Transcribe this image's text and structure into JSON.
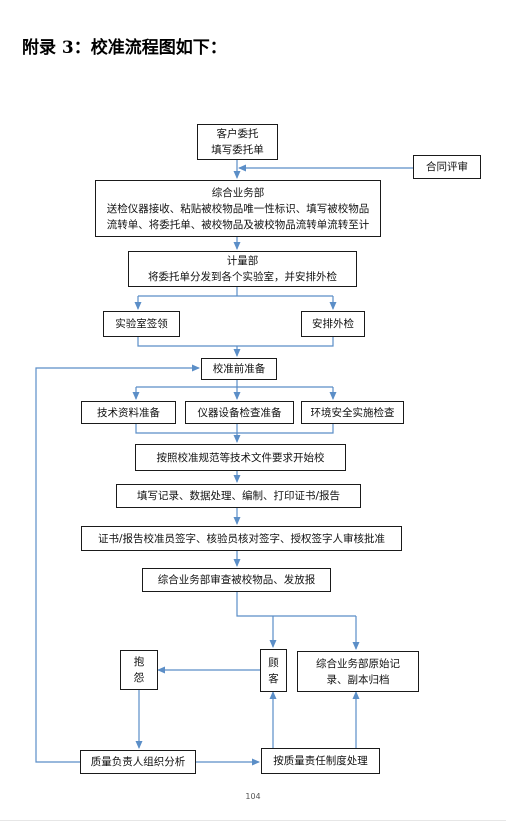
{
  "heading": "附录 3：校准流程图如下：",
  "nodes": {
    "client": [
      "客户委托",
      "填写委托单"
    ],
    "contract_review": [
      "合同评审"
    ],
    "general_affairs": [
      "综合业务部",
      "送检仪器接收、粘贴被校物品唯一性标识、填写被校物品",
      "流转单、将委托单、被校物品及被校物品流转单流转至计"
    ],
    "metrology": [
      "计量部",
      "将委托单分发到各个实验室，并安排外检"
    ],
    "lab_receive": [
      "实验室签领"
    ],
    "external_check": [
      "安排外检"
    ],
    "pre_calibration": [
      "校准前准备"
    ],
    "tech_docs": [
      "技术资料准备"
    ],
    "equipment_check": [
      "仪器设备检查准备"
    ],
    "environment_check": [
      "环境安全实施检查"
    ],
    "start_calibration": [
      "按照校准规范等技术文件要求开始校"
    ],
    "records": [
      "填写记录、数据处理、编制、打印证书/报告"
    ],
    "signatures": [
      "证书/报告校准员签字、核验员核对签字、授权签字人审核批准"
    ],
    "release": [
      "综合业务部审查被校物品、发放报"
    ],
    "complaint": [
      "抱",
      "怨"
    ],
    "customer": [
      "顾",
      "客"
    ],
    "archive": [
      "综合业务部原始记",
      "录、副本归档"
    ],
    "quality_analysis": [
      "质量负责人组织分析"
    ],
    "quality_process": [
      "按质量责任制度处理"
    ]
  },
  "page_number": "104",
  "colors": {
    "arrow": "#5b8ec7",
    "border": "#1a1a1a"
  }
}
